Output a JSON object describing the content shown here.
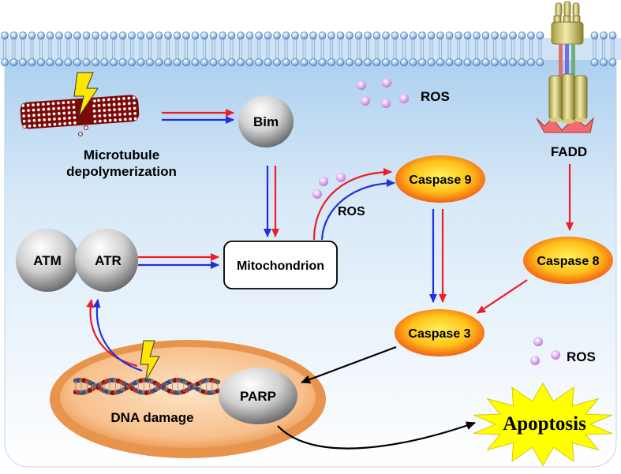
{
  "labels": {
    "microtubule_line1": "Microtubule",
    "microtubule_line2": "depolymerization",
    "bim": "Bim",
    "ros": "ROS",
    "fadd": "FADD",
    "caspase9": "Caspase 9",
    "caspase8": "Caspase 8",
    "caspase3": "Caspase 3",
    "atm": "ATM",
    "atr": "ATR",
    "mitochondrion": "Mitochondrion",
    "dna_damage": "DNA damage",
    "parp": "PARP",
    "apoptosis": "Apoptosis"
  },
  "colors": {
    "pathway_red": "#ee1c24",
    "pathway_blue": "#1f2fe0",
    "black_arrow": "#000000",
    "membrane_head": "#7ea9da",
    "cell_interior": "#dcebf8",
    "ros_particle": "#c98be6",
    "caspase_inner": "#ffee22",
    "caspase_outer": "#f04a12",
    "nucleus": "#eea15c",
    "apoptosis_star": "#ffff00"
  },
  "icons": [
    "lightning-bolt-icon",
    "microtubule-icon",
    "receptor-icon",
    "dna-helix-icon",
    "explosion-star-icon"
  ]
}
